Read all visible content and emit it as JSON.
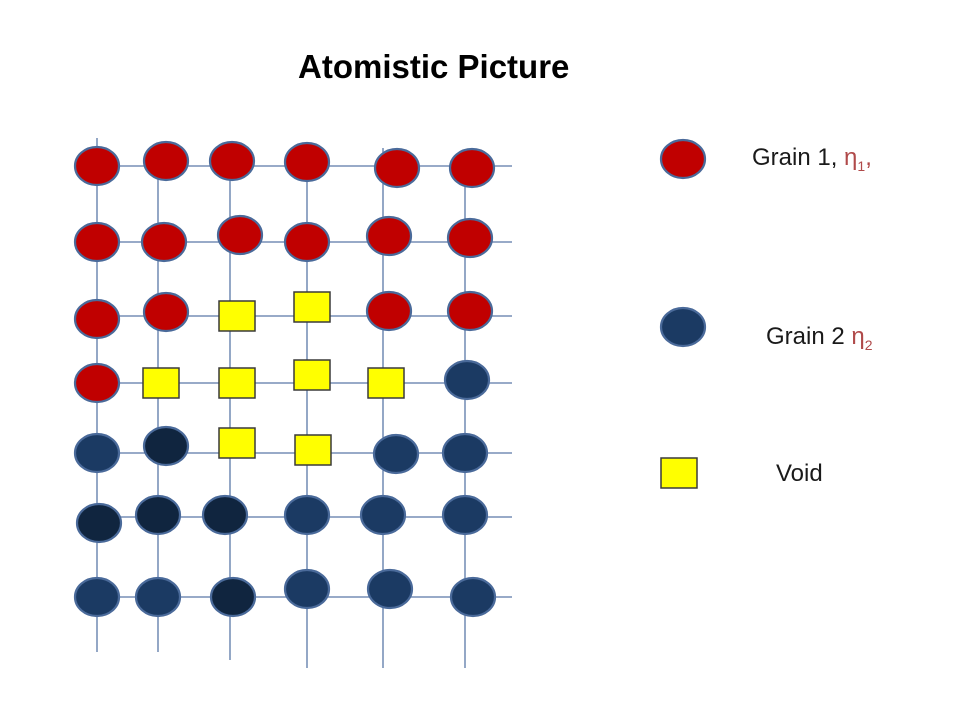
{
  "title": "Atomistic Picture",
  "colors": {
    "grain1_fill": "#c00000",
    "grain2_fill": "#1b3a63",
    "grain2_dark_fill": "#10253f",
    "void_fill": "#ffff00",
    "void_stroke": "#3a3a3a",
    "atom_stroke": "#4a6a9a",
    "grid_line": "#5a78a8"
  },
  "legend": {
    "grain1": {
      "label": "Grain 1,",
      "symbol": "η",
      "subscript": "1",
      "trail": ",",
      "icon": "red-circle-icon"
    },
    "grain2": {
      "label": "Grain 2",
      "symbol": "η",
      "subscript": "2",
      "icon": "blue-circle-icon"
    },
    "void": {
      "label": "Void",
      "icon": "yellow-square-icon"
    }
  },
  "lattice": {
    "rows": [
      [
        "g1",
        "g1",
        "g1",
        "g1",
        "g1",
        "g1"
      ],
      [
        "g1",
        "g1",
        "g1",
        "g1",
        "g1",
        "g1"
      ],
      [
        "g1",
        "g1",
        "void",
        "void",
        "g1",
        "g1"
      ],
      [
        "g1",
        "void",
        "void",
        "void",
        "void",
        "g2"
      ],
      [
        "g2",
        "g2d",
        "void",
        "void",
        "g2",
        "g2"
      ],
      [
        "g2d",
        "g2d",
        "g2d",
        "g2",
        "g2",
        "g2"
      ],
      [
        "g2",
        "g2",
        "g2d",
        "g2",
        "g2",
        "g2"
      ]
    ]
  }
}
